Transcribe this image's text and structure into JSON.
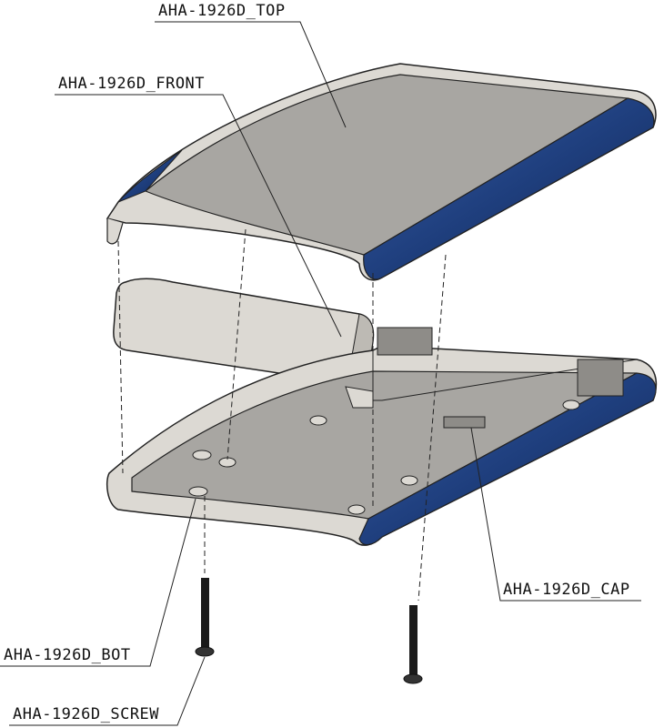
{
  "labels": {
    "top": "AHA-1926D_TOP",
    "front": "AHA-1926D_FRONT",
    "cap": "AHA-1926D_CAP",
    "bot": "AHA-1926D_BOT",
    "screw": "AHA-1926D_SCREW"
  },
  "colors": {
    "blue": "#1f3f7e",
    "grey": "#a8a6a2",
    "light": "#dcd9d3"
  }
}
